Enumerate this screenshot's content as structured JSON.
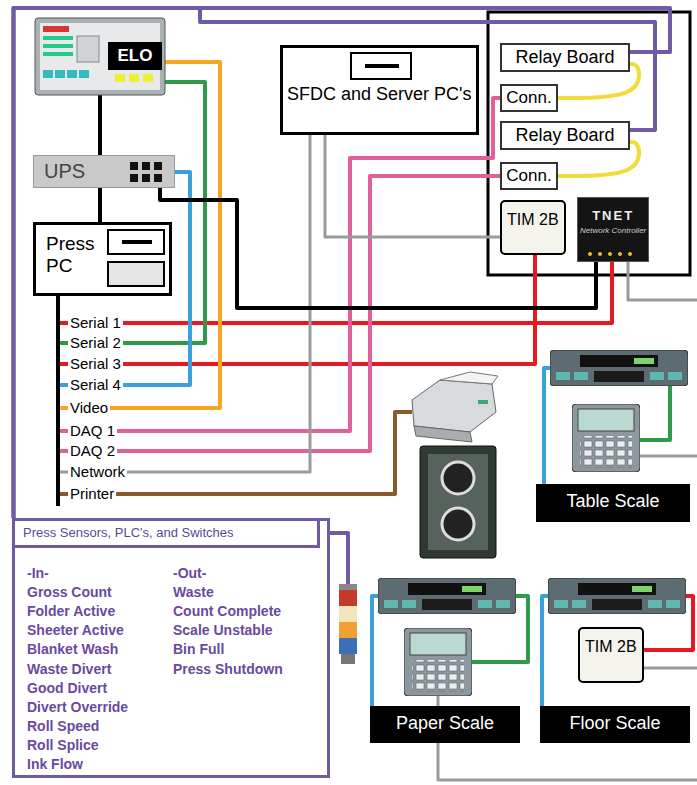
{
  "diagram": {
    "nodes": [
      {
        "text": [
          "ELO"
        ]
      },
      {
        "text": [
          "UPS"
        ]
      },
      {
        "text": [
          "Press PC"
        ]
      },
      {
        "text": [
          "SFDC and Server PC's"
        ]
      },
      {
        "text": [
          "Relay Board"
        ]
      },
      {
        "text": [
          "Conn."
        ]
      },
      {
        "text": [
          "Relay Board"
        ]
      },
      {
        "text": [
          "Conn."
        ]
      },
      {
        "text": [
          "TIM 2B"
        ]
      },
      {
        "text": [
          "TNET",
          "Network Controller"
        ]
      },
      {
        "text": [
          "Table Scale"
        ]
      },
      {
        "text": [
          "Paper Scale"
        ]
      },
      {
        "text": [
          "Floor Scale"
        ]
      },
      {
        "text": [
          "TIM 2B"
        ]
      },
      {
        "text": [
          "-In-",
          "Gross Count",
          "Folder Active",
          "Sheeter Active",
          "Blanket Wash",
          "Waste Divert",
          "Good Divert",
          "Divert Override",
          "Roll Speed",
          "Roll Splice",
          "Ink Flow",
          "-Out-",
          "Waste",
          "Count Complete",
          "Scale Unstable",
          "Bin Full",
          "Press Shutdown"
        ]
      },
      {
        "text": [
          "Press Sensors, PLC's, and Switches"
        ],
        "in": 14
      }
    ],
    "edges": [
      {
        "from": 2,
        "to": 9,
        "arrow": "none"
      },
      {
        "from": 2,
        "to": 0,
        "arrow": "none"
      },
      {
        "from": 2,
        "to": 8,
        "arrow": "none"
      },
      {
        "from": 2,
        "to": 1,
        "arrow": "none"
      },
      {
        "from": 2,
        "to": 0,
        "arrow": "none"
      },
      {
        "from": 2,
        "to": 5,
        "arrow": "none"
      },
      {
        "from": 2,
        "to": 7,
        "arrow": "none"
      },
      {
        "from": 2,
        "to": 3,
        "arrow": "none"
      },
      {
        "from": 1,
        "to": 2,
        "arrow": "none"
      },
      {
        "from": 1,
        "to": 0,
        "arrow": "none"
      },
      {
        "from": 1,
        "to": 9,
        "arrow": "none"
      },
      {
        "from": 3,
        "to": 8,
        "arrow": "none"
      },
      {
        "from": 4,
        "to": 5,
        "arrow": "none"
      },
      {
        "from": 6,
        "to": 7,
        "arrow": "none"
      },
      {
        "from": 14,
        "to": 4,
        "arrow": "none"
      },
      {
        "from": 14,
        "to": 6,
        "arrow": "none"
      }
    ],
    "labels": [
      "Serial 1",
      "Serial 2",
      "Serial 3",
      "Serial 4",
      "Video",
      "DAQ 1",
      "DAQ 2",
      "Network",
      "Printer"
    ]
  }
}
